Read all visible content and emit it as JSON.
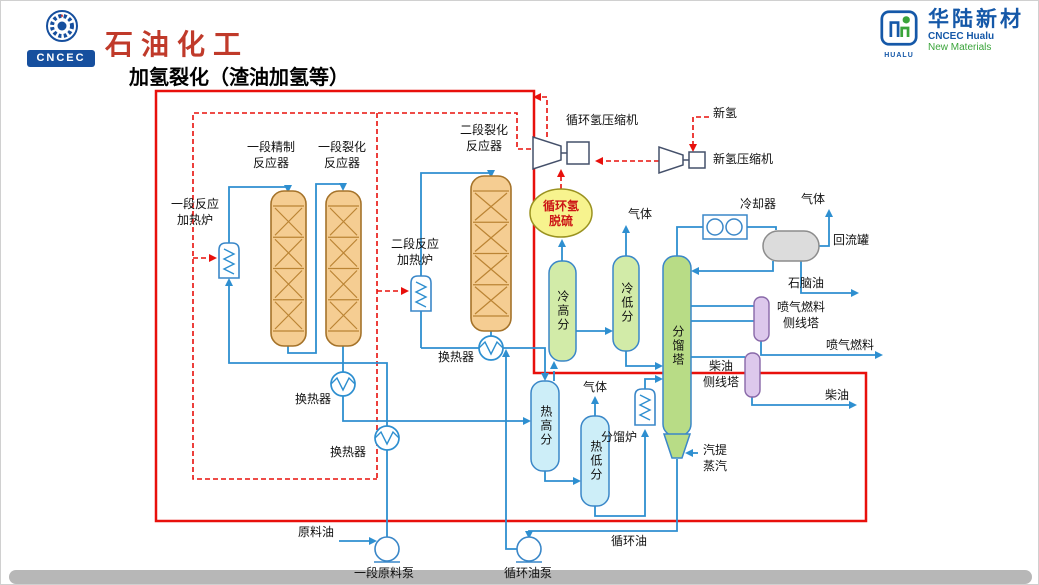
{
  "header": {
    "badge_text": "CNCEC",
    "brand": "石油化工",
    "logo": {
      "cn": "华陆新材",
      "en1": "CNCEC Hualu",
      "en2": "New Materials",
      "mark": "HUALU"
    }
  },
  "title": "加氢裂化（渣油加氢等）",
  "labels": {
    "heater1": {
      "l1": "一段反应",
      "l2": "加热炉"
    },
    "reactor1": {
      "l1": "一段精制",
      "l2": "反应器"
    },
    "reactor2": {
      "l1": "一段裂化",
      "l2": "反应器"
    },
    "reactor3": {
      "l1": "二段裂化",
      "l2": "反应器"
    },
    "heater2": {
      "l1": "二段反应",
      "l2": "加热炉"
    },
    "recycle_h2_compressor": "循环氢压缩机",
    "fresh_h2": "新氢",
    "fresh_h2_compressor": "新氢压缩机",
    "desulf": {
      "l1": "循环氢",
      "l2": "脱硫"
    },
    "cold_hp_sep": "冷高分",
    "cold_lp_sep": "冷低分",
    "cooler": "冷却器",
    "reflux_drum": "回流罐",
    "fractionator": "分馏塔",
    "jet_stripper": {
      "l1": "喷气燃料",
      "l2": "侧线塔"
    },
    "diesel_stripper": {
      "l1": "柴油",
      "l2": "侧线塔"
    },
    "hx1": "换热器",
    "hx2": "换热器",
    "hx3": "换热器",
    "hot_hp_sep": "热高分",
    "hot_lp_sep": "热低分",
    "frac_furnace": "分馏炉",
    "feed_pump": "一段原料泵",
    "recycle_pump": "循环油泵"
  },
  "streams": {
    "gas_cold_lp": "气体",
    "gas_drum": "气体",
    "gas_hot_lp": "气体",
    "naphtha": "石脑油",
    "jet_fuel": "喷气燃料",
    "diesel": "柴油",
    "stripping_steam": {
      "l1": "汽提",
      "l2": "蒸汽"
    },
    "feed_oil": "原料油",
    "recycle_oil": "循环油"
  },
  "colors": {
    "boundary_red": "#e8100c",
    "line_blue": "#2e8fd0",
    "reactor_fill": "#f5cd92",
    "green_vessel": "#d2eba8",
    "tower_green": "#b8dc86",
    "cyan_vessel": "#cdeef8",
    "yellow_vessel": "#f7f38e",
    "lavender_vessel": "#ddc8ec",
    "brand_blue": "#1558a8",
    "brand_green": "#3aa43a"
  }
}
